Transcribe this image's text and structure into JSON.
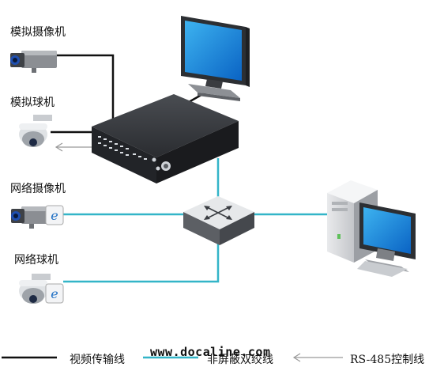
{
  "devices": {
    "analog_camera": "模拟摄像机",
    "analog_dome": "模拟球机",
    "network_camera": "网络摄像机",
    "network_dome": "网络球机"
  },
  "legend": {
    "video_cable": "视频传输线",
    "utp_cable": "非屏蔽双绞线",
    "rs485": "RS-485控制线"
  },
  "watermark": "www.docaline.com",
  "colors": {
    "video_line": "#111111",
    "network_line": "#33b5c8",
    "rs485_line": "#999999"
  }
}
